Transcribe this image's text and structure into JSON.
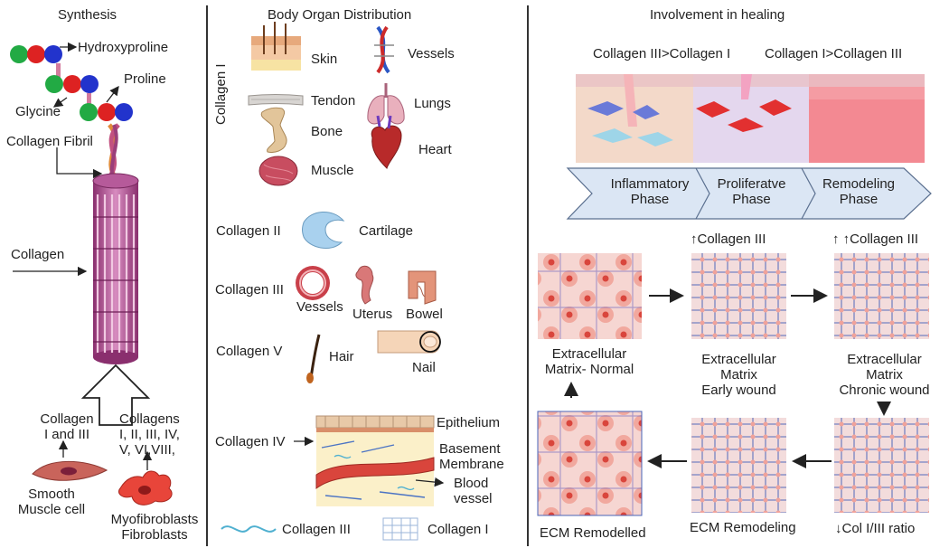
{
  "left": {
    "title": "Synthesis",
    "hydroxyproline": "Hydroxyproline",
    "proline": "Proline",
    "glycine": "Glycine",
    "collagen_fibril": "Collagen Fibril",
    "collagen": "Collagen",
    "collagen_i_and_iii": [
      "Collagen",
      "I and III"
    ],
    "collagens_list": [
      "Collagens",
      "I, II, III, IV,",
      "V, VI,VIII,"
    ],
    "smooth_muscle": [
      "Smooth",
      "Muscle cell"
    ],
    "myofibroblasts": [
      "Myofibroblasts",
      "Fibroblasts"
    ]
  },
  "middle": {
    "title": "Body Organ Distribution",
    "collagen_i": "Collagen I",
    "skin": "Skin",
    "vessels": "Vessels",
    "tendon": "Tendon",
    "lungs": "Lungs",
    "bone": "Bone",
    "heart": "Heart",
    "muscle": "Muscle",
    "collagen_ii": "Collagen II",
    "cartilage": "Cartilage",
    "collagen_iii": "Collagen III",
    "vessels2": "Vessels",
    "uterus": "Uterus",
    "bowel": "Bowel",
    "collagen_v": "Collagen V",
    "hair": "Hair",
    "nail": "Nail",
    "collagen_iv": "Collagen IV",
    "epithelium": "Epithelium",
    "basement": [
      "Basement",
      "Membrane"
    ],
    "blood_vessel": [
      "Blood",
      "vessel"
    ],
    "legend_iii": "Collagen III",
    "legend_i": "Collagen I"
  },
  "right": {
    "title": "Involvement in healing",
    "ratio_left": "Collagen III>Collagen I",
    "ratio_right": "Collagen I>Collagen III",
    "phases": [
      [
        "Inflammatory",
        "Phase"
      ],
      [
        "Proliferatve",
        "Phase"
      ],
      [
        "Remodeling",
        "Phase"
      ]
    ],
    "up_iii": "↑Collagen III",
    "upup_iii": "↑ ↑Collagen III",
    "ecm_normal": [
      "Extracellular",
      "Matrix- Normal"
    ],
    "ecm_early": [
      "Extracellular",
      "Matrix",
      "Early wound"
    ],
    "ecm_chronic": [
      "Extracellular",
      "Matrix",
      "Chronic wound"
    ],
    "ecm_remodelled": "ECM Remodelled",
    "ecm_remodeling": "ECM Remodeling",
    "col_ratio": "↓Col I/III ratio"
  },
  "colors": {
    "glycine": "#22aa44",
    "proline": "#dd2222",
    "hydroxyproline": "#2233cc",
    "fibril_pink": "#c86aa8",
    "phase_arrow": "#dbe6f4"
  }
}
